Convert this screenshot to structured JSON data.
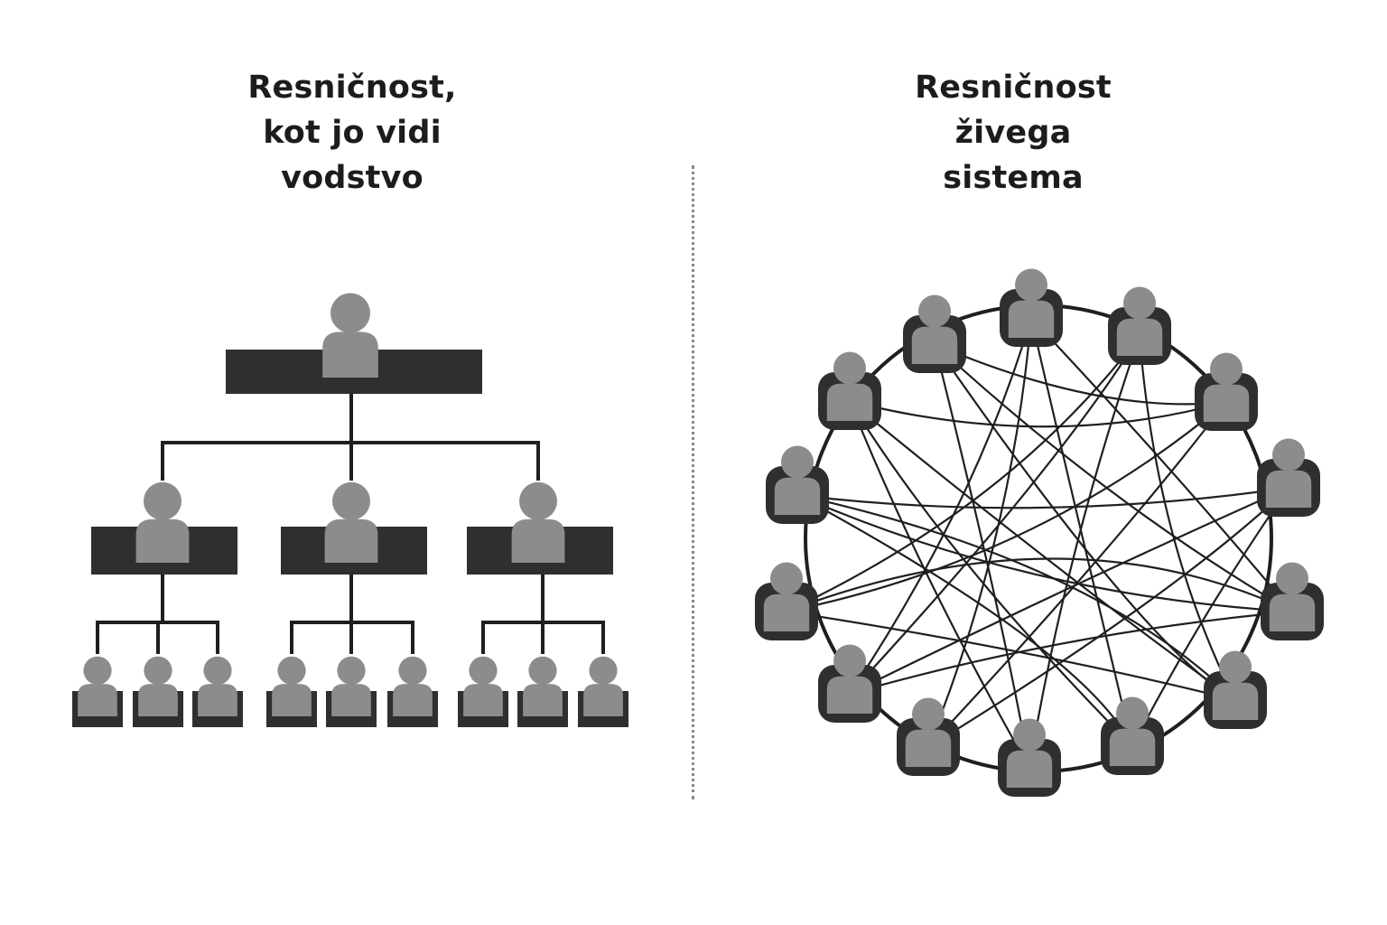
{
  "panels": [
    {
      "id": "hierarchy",
      "title_lines": [
        "Resničnost,",
        "kot jo vidi",
        "vodstvo"
      ]
    },
    {
      "id": "network",
      "title_lines": [
        "Resničnost",
        "živega",
        "sistema"
      ]
    }
  ],
  "colors": {
    "background": "#ffffff",
    "title_text": "#1c1c1c",
    "box_fill": "#2f2f2f",
    "person_fill": "#8c8c8c",
    "line_stroke": "#1f1f1f",
    "divider": "#8a8a8a"
  },
  "icons": {
    "person": "person-icon"
  }
}
